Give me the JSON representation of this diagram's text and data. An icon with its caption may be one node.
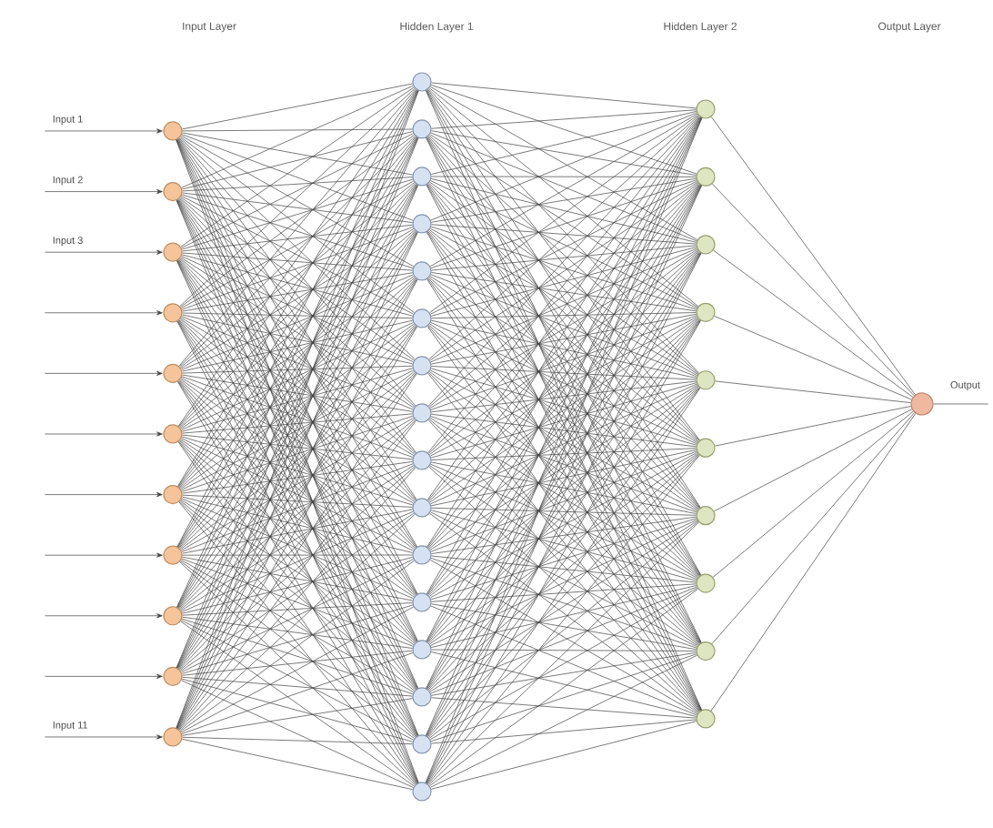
{
  "diagram": {
    "nodes": [
      {
        "text": [],
        "shape": "circle"
      },
      {
        "text": [],
        "shape": "circle"
      },
      {
        "text": [],
        "shape": "circle"
      },
      {
        "text": [],
        "shape": "circle"
      },
      {
        "text": [],
        "shape": "circle"
      },
      {
        "text": [],
        "shape": "circle"
      },
      {
        "text": [],
        "shape": "circle"
      },
      {
        "text": [],
        "shape": "circle"
      },
      {
        "text": [],
        "shape": "circle"
      },
      {
        "text": [],
        "shape": "circle"
      },
      {
        "text": [],
        "shape": "circle"
      },
      {
        "text": [],
        "shape": "circle"
      },
      {
        "text": [],
        "shape": "circle"
      },
      {
        "text": [],
        "shape": "circle"
      },
      {
        "text": [],
        "shape": "circle"
      },
      {
        "text": [],
        "shape": "circle"
      },
      {
        "text": [],
        "shape": "circle"
      },
      {
        "text": [],
        "shape": "circle"
      },
      {
        "text": [],
        "shape": "circle"
      },
      {
        "text": [],
        "shape": "circle"
      },
      {
        "text": [],
        "shape": "circle"
      },
      {
        "text": [],
        "shape": "circle"
      },
      {
        "text": [],
        "shape": "circle"
      },
      {
        "text": [],
        "shape": "circle"
      },
      {
        "text": [],
        "shape": "circle"
      },
      {
        "text": [],
        "shape": "circle"
      },
      {
        "text": [],
        "shape": "circle"
      },
      {
        "text": [],
        "shape": "circle"
      },
      {
        "text": [],
        "shape": "circle"
      },
      {
        "text": [],
        "shape": "circle"
      },
      {
        "text": [],
        "shape": "circle"
      },
      {
        "text": [],
        "shape": "circle"
      },
      {
        "text": [],
        "shape": "circle"
      },
      {
        "text": [],
        "shape": "circle"
      },
      {
        "text": [],
        "shape": "circle"
      },
      {
        "text": [],
        "shape": "circle"
      },
      {
        "text": [],
        "shape": "circle"
      },
      {
        "text": [],
        "shape": "circle"
      }
    ],
    "edges": [
      {
        "from": null,
        "to": 0,
        "arrow": "to",
        "label": "Input 1"
      },
      {
        "from": null,
        "to": 1,
        "arrow": "to",
        "label": "Input 2"
      },
      {
        "from": null,
        "to": 2,
        "arrow": "to",
        "label": "Input 3"
      },
      {
        "from": null,
        "to": 3,
        "arrow": "to"
      },
      {
        "from": null,
        "to": 4,
        "arrow": "to"
      },
      {
        "from": null,
        "to": 5,
        "arrow": "to"
      },
      {
        "from": null,
        "to": 6,
        "arrow": "to"
      },
      {
        "from": null,
        "to": 7,
        "arrow": "to"
      },
      {
        "from": null,
        "to": 8,
        "arrow": "to"
      },
      {
        "from": null,
        "to": 9,
        "arrow": "to"
      },
      {
        "from": null,
        "to": 10,
        "arrow": "to",
        "label": "Input 11"
      },
      {
        "from": 0,
        "to": 11,
        "arrow": "none"
      },
      {
        "from": 0,
        "to": 12,
        "arrow": "none"
      },
      {
        "from": 0,
        "to": 13,
        "arrow": "none"
      },
      {
        "from": 0,
        "to": 14,
        "arrow": "none"
      },
      {
        "from": 0,
        "to": 15,
        "arrow": "none"
      },
      {
        "from": 0,
        "to": 16,
        "arrow": "none"
      },
      {
        "from": 0,
        "to": 17,
        "arrow": "none"
      },
      {
        "from": 0,
        "to": 18,
        "arrow": "none"
      },
      {
        "from": 0,
        "to": 19,
        "arrow": "none"
      },
      {
        "from": 0,
        "to": 20,
        "arrow": "none"
      },
      {
        "from": 0,
        "to": 21,
        "arrow": "none"
      },
      {
        "from": 0,
        "to": 22,
        "arrow": "none"
      },
      {
        "from": 0,
        "to": 23,
        "arrow": "none"
      },
      {
        "from": 0,
        "to": 24,
        "arrow": "none"
      },
      {
        "from": 0,
        "to": 25,
        "arrow": "none"
      },
      {
        "from": 0,
        "to": 26,
        "arrow": "none"
      },
      {
        "from": 1,
        "to": 11,
        "arrow": "none"
      },
      {
        "from": 1,
        "to": 12,
        "arrow": "none"
      },
      {
        "from": 1,
        "to": 13,
        "arrow": "none"
      },
      {
        "from": 1,
        "to": 14,
        "arrow": "none"
      },
      {
        "from": 1,
        "to": 15,
        "arrow": "none"
      },
      {
        "from": 1,
        "to": 16,
        "arrow": "none"
      },
      {
        "from": 1,
        "to": 17,
        "arrow": "none"
      },
      {
        "from": 1,
        "to": 18,
        "arrow": "none"
      },
      {
        "from": 1,
        "to": 19,
        "arrow": "none"
      },
      {
        "from": 1,
        "to": 20,
        "arrow": "none"
      },
      {
        "from": 1,
        "to": 21,
        "arrow": "none"
      },
      {
        "from": 1,
        "to": 22,
        "arrow": "none"
      },
      {
        "from": 1,
        "to": 23,
        "arrow": "none"
      },
      {
        "from": 1,
        "to": 24,
        "arrow": "none"
      },
      {
        "from": 1,
        "to": 25,
        "arrow": "none"
      },
      {
        "from": 1,
        "to": 26,
        "arrow": "none"
      },
      {
        "from": 2,
        "to": 11,
        "arrow": "none"
      },
      {
        "from": 2,
        "to": 12,
        "arrow": "none"
      },
      {
        "from": 2,
        "to": 13,
        "arrow": "none"
      },
      {
        "from": 2,
        "to": 14,
        "arrow": "none"
      },
      {
        "from": 2,
        "to": 15,
        "arrow": "none"
      },
      {
        "from": 2,
        "to": 16,
        "arrow": "none"
      },
      {
        "from": 2,
        "to": 17,
        "arrow": "none"
      },
      {
        "from": 2,
        "to": 18,
        "arrow": "none"
      },
      {
        "from": 2,
        "to": 19,
        "arrow": "none"
      },
      {
        "from": 2,
        "to": 20,
        "arrow": "none"
      },
      {
        "from": 2,
        "to": 21,
        "arrow": "none"
      },
      {
        "from": 2,
        "to": 22,
        "arrow": "none"
      },
      {
        "from": 2,
        "to": 23,
        "arrow": "none"
      },
      {
        "from": 2,
        "to": 24,
        "arrow": "none"
      },
      {
        "from": 2,
        "to": 25,
        "arrow": "none"
      },
      {
        "from": 2,
        "to": 26,
        "arrow": "none"
      },
      {
        "from": 3,
        "to": 11,
        "arrow": "none"
      },
      {
        "from": 3,
        "to": 12,
        "arrow": "none"
      },
      {
        "from": 3,
        "to": 13,
        "arrow": "none"
      },
      {
        "from": 3,
        "to": 14,
        "arrow": "none"
      },
      {
        "from": 3,
        "to": 15,
        "arrow": "none"
      },
      {
        "from": 3,
        "to": 16,
        "arrow": "none"
      },
      {
        "from": 3,
        "to": 17,
        "arrow": "none"
      },
      {
        "from": 3,
        "to": 18,
        "arrow": "none"
      },
      {
        "from": 3,
        "to": 19,
        "arrow": "none"
      },
      {
        "from": 3,
        "to": 20,
        "arrow": "none"
      },
      {
        "from": 3,
        "to": 21,
        "arrow": "none"
      },
      {
        "from": 3,
        "to": 22,
        "arrow": "none"
      },
      {
        "from": 3,
        "to": 23,
        "arrow": "none"
      },
      {
        "from": 3,
        "to": 24,
        "arrow": "none"
      },
      {
        "from": 3,
        "to": 25,
        "arrow": "none"
      },
      {
        "from": 3,
        "to": 26,
        "arrow": "none"
      },
      {
        "from": 4,
        "to": 11,
        "arrow": "none"
      },
      {
        "from": 4,
        "to": 12,
        "arrow": "none"
      },
      {
        "from": 4,
        "to": 13,
        "arrow": "none"
      },
      {
        "from": 4,
        "to": 14,
        "arrow": "none"
      },
      {
        "from": 4,
        "to": 15,
        "arrow": "none"
      },
      {
        "from": 4,
        "to": 16,
        "arrow": "none"
      },
      {
        "from": 4,
        "to": 17,
        "arrow": "none"
      },
      {
        "from": 4,
        "to": 18,
        "arrow": "none"
      },
      {
        "from": 4,
        "to": 19,
        "arrow": "none"
      },
      {
        "from": 4,
        "to": 20,
        "arrow": "none"
      },
      {
        "from": 4,
        "to": 21,
        "arrow": "none"
      },
      {
        "from": 4,
        "to": 22,
        "arrow": "none"
      },
      {
        "from": 4,
        "to": 23,
        "arrow": "none"
      },
      {
        "from": 4,
        "to": 24,
        "arrow": "none"
      },
      {
        "from": 4,
        "to": 25,
        "arrow": "none"
      },
      {
        "from": 4,
        "to": 26,
        "arrow": "none"
      },
      {
        "from": 5,
        "to": 11,
        "arrow": "none"
      },
      {
        "from": 5,
        "to": 12,
        "arrow": "none"
      },
      {
        "from": 5,
        "to": 13,
        "arrow": "none"
      },
      {
        "from": 5,
        "to": 14,
        "arrow": "none"
      },
      {
        "from": 5,
        "to": 15,
        "arrow": "none"
      },
      {
        "from": 5,
        "to": 16,
        "arrow": "none"
      },
      {
        "from": 5,
        "to": 17,
        "arrow": "none"
      },
      {
        "from": 5,
        "to": 18,
        "arrow": "none"
      },
      {
        "from": 5,
        "to": 19,
        "arrow": "none"
      },
      {
        "from": 5,
        "to": 20,
        "arrow": "none"
      },
      {
        "from": 5,
        "to": 21,
        "arrow": "none"
      },
      {
        "from": 5,
        "to": 22,
        "arrow": "none"
      },
      {
        "from": 5,
        "to": 23,
        "arrow": "none"
      },
      {
        "from": 5,
        "to": 24,
        "arrow": "none"
      },
      {
        "from": 5,
        "to": 25,
        "arrow": "none"
      },
      {
        "from": 5,
        "to": 26,
        "arrow": "none"
      },
      {
        "from": 6,
        "to": 11,
        "arrow": "none"
      },
      {
        "from": 6,
        "to": 12,
        "arrow": "none"
      },
      {
        "from": 6,
        "to": 13,
        "arrow": "none"
      },
      {
        "from": 6,
        "to": 14,
        "arrow": "none"
      },
      {
        "from": 6,
        "to": 15,
        "arrow": "none"
      },
      {
        "from": 6,
        "to": 16,
        "arrow": "none"
      },
      {
        "from": 6,
        "to": 17,
        "arrow": "none"
      },
      {
        "from": 6,
        "to": 18,
        "arrow": "none"
      },
      {
        "from": 6,
        "to": 19,
        "arrow": "none"
      },
      {
        "from": 6,
        "to": 20,
        "arrow": "none"
      },
      {
        "from": 6,
        "to": 21,
        "arrow": "none"
      },
      {
        "from": 6,
        "to": 22,
        "arrow": "none"
      },
      {
        "from": 6,
        "to": 23,
        "arrow": "none"
      },
      {
        "from": 6,
        "to": 24,
        "arrow": "none"
      },
      {
        "from": 6,
        "to": 25,
        "arrow": "none"
      },
      {
        "from": 6,
        "to": 26,
        "arrow": "none"
      },
      {
        "from": 7,
        "to": 11,
        "arrow": "none"
      },
      {
        "from": 7,
        "to": 12,
        "arrow": "none"
      },
      {
        "from": 7,
        "to": 13,
        "arrow": "none"
      },
      {
        "from": 7,
        "to": 14,
        "arrow": "none"
      },
      {
        "from": 7,
        "to": 15,
        "arrow": "none"
      },
      {
        "from": 7,
        "to": 16,
        "arrow": "none"
      },
      {
        "from": 7,
        "to": 17,
        "arrow": "none"
      },
      {
        "from": 7,
        "to": 18,
        "arrow": "none"
      },
      {
        "from": 7,
        "to": 19,
        "arrow": "none"
      },
      {
        "from": 7,
        "to": 20,
        "arrow": "none"
      },
      {
        "from": 7,
        "to": 21,
        "arrow": "none"
      },
      {
        "from": 7,
        "to": 22,
        "arrow": "none"
      },
      {
        "from": 7,
        "to": 23,
        "arrow": "none"
      },
      {
        "from": 7,
        "to": 24,
        "arrow": "none"
      },
      {
        "from": 7,
        "to": 25,
        "arrow": "none"
      },
      {
        "from": 7,
        "to": 26,
        "arrow": "none"
      },
      {
        "from": 8,
        "to": 11,
        "arrow": "none"
      },
      {
        "from": 8,
        "to": 12,
        "arrow": "none"
      },
      {
        "from": 8,
        "to": 13,
        "arrow": "none"
      },
      {
        "from": 8,
        "to": 14,
        "arrow": "none"
      },
      {
        "from": 8,
        "to": 15,
        "arrow": "none"
      },
      {
        "from": 8,
        "to": 16,
        "arrow": "none"
      },
      {
        "from": 8,
        "to": 17,
        "arrow": "none"
      },
      {
        "from": 8,
        "to": 18,
        "arrow": "none"
      },
      {
        "from": 8,
        "to": 19,
        "arrow": "none"
      },
      {
        "from": 8,
        "to": 20,
        "arrow": "none"
      },
      {
        "from": 8,
        "to": 21,
        "arrow": "none"
      },
      {
        "from": 8,
        "to": 22,
        "arrow": "none"
      },
      {
        "from": 8,
        "to": 23,
        "arrow": "none"
      },
      {
        "from": 8,
        "to": 24,
        "arrow": "none"
      },
      {
        "from": 8,
        "to": 25,
        "arrow": "none"
      },
      {
        "from": 8,
        "to": 26,
        "arrow": "none"
      },
      {
        "from": 9,
        "to": 11,
        "arrow": "none"
      },
      {
        "from": 9,
        "to": 12,
        "arrow": "none"
      },
      {
        "from": 9,
        "to": 13,
        "arrow": "none"
      },
      {
        "from": 9,
        "to": 14,
        "arrow": "none"
      },
      {
        "from": 9,
        "to": 15,
        "arrow": "none"
      },
      {
        "from": 9,
        "to": 16,
        "arrow": "none"
      },
      {
        "from": 9,
        "to": 17,
        "arrow": "none"
      },
      {
        "from": 9,
        "to": 18,
        "arrow": "none"
      },
      {
        "from": 9,
        "to": 19,
        "arrow": "none"
      },
      {
        "from": 9,
        "to": 20,
        "arrow": "none"
      },
      {
        "from": 9,
        "to": 21,
        "arrow": "none"
      },
      {
        "from": 9,
        "to": 22,
        "arrow": "none"
      },
      {
        "from": 9,
        "to": 23,
        "arrow": "none"
      },
      {
        "from": 9,
        "to": 24,
        "arrow": "none"
      },
      {
        "from": 9,
        "to": 25,
        "arrow": "none"
      },
      {
        "from": 9,
        "to": 26,
        "arrow": "none"
      },
      {
        "from": 10,
        "to": 11,
        "arrow": "none"
      },
      {
        "from": 10,
        "to": 12,
        "arrow": "none"
      },
      {
        "from": 10,
        "to": 13,
        "arrow": "none"
      },
      {
        "from": 10,
        "to": 14,
        "arrow": "none"
      },
      {
        "from": 10,
        "to": 15,
        "arrow": "none"
      },
      {
        "from": 10,
        "to": 16,
        "arrow": "none"
      },
      {
        "from": 10,
        "to": 17,
        "arrow": "none"
      },
      {
        "from": 10,
        "to": 18,
        "arrow": "none"
      },
      {
        "from": 10,
        "to": 19,
        "arrow": "none"
      },
      {
        "from": 10,
        "to": 20,
        "arrow": "none"
      },
      {
        "from": 10,
        "to": 21,
        "arrow": "none"
      },
      {
        "from": 10,
        "to": 22,
        "arrow": "none"
      },
      {
        "from": 10,
        "to": 23,
        "arrow": "none"
      },
      {
        "from": 10,
        "to": 24,
        "arrow": "none"
      },
      {
        "from": 10,
        "to": 25,
        "arrow": "none"
      },
      {
        "from": 10,
        "to": 26,
        "arrow": "none"
      },
      {
        "from": 11,
        "to": 27,
        "arrow": "none"
      },
      {
        "from": 11,
        "to": 28,
        "arrow": "none"
      },
      {
        "from": 11,
        "to": 29,
        "arrow": "none"
      },
      {
        "from": 11,
        "to": 30,
        "arrow": "none"
      },
      {
        "from": 11,
        "to": 31,
        "arrow": "none"
      },
      {
        "from": 11,
        "to": 32,
        "arrow": "none"
      },
      {
        "from": 11,
        "to": 33,
        "arrow": "none"
      },
      {
        "from": 11,
        "to": 34,
        "arrow": "none"
      },
      {
        "from": 11,
        "to": 35,
        "arrow": "none"
      },
      {
        "from": 11,
        "to": 36,
        "arrow": "none"
      },
      {
        "from": 12,
        "to": 27,
        "arrow": "none"
      },
      {
        "from": 12,
        "to": 28,
        "arrow": "none"
      },
      {
        "from": 12,
        "to": 29,
        "arrow": "none"
      },
      {
        "from": 12,
        "to": 30,
        "arrow": "none"
      },
      {
        "from": 12,
        "to": 31,
        "arrow": "none"
      },
      {
        "from": 12,
        "to": 32,
        "arrow": "none"
      },
      {
        "from": 12,
        "to": 33,
        "arrow": "none"
      },
      {
        "from": 12,
        "to": 34,
        "arrow": "none"
      },
      {
        "from": 12,
        "to": 35,
        "arrow": "none"
      },
      {
        "from": 12,
        "to": 36,
        "arrow": "none"
      },
      {
        "from": 13,
        "to": 27,
        "arrow": "none"
      },
      {
        "from": 13,
        "to": 28,
        "arrow": "none"
      },
      {
        "from": 13,
        "to": 29,
        "arrow": "none"
      },
      {
        "from": 13,
        "to": 30,
        "arrow": "none"
      },
      {
        "from": 13,
        "to": 31,
        "arrow": "none"
      },
      {
        "from": 13,
        "to": 32,
        "arrow": "none"
      },
      {
        "from": 13,
        "to": 33,
        "arrow": "none"
      },
      {
        "from": 13,
        "to": 34,
        "arrow": "none"
      },
      {
        "from": 13,
        "to": 35,
        "arrow": "none"
      },
      {
        "from": 13,
        "to": 36,
        "arrow": "none"
      },
      {
        "from": 14,
        "to": 27,
        "arrow": "none"
      },
      {
        "from": 14,
        "to": 28,
        "arrow": "none"
      },
      {
        "from": 14,
        "to": 29,
        "arrow": "none"
      },
      {
        "from": 14,
        "to": 30,
        "arrow": "none"
      },
      {
        "from": 14,
        "to": 31,
        "arrow": "none"
      },
      {
        "from": 14,
        "to": 32,
        "arrow": "none"
      },
      {
        "from": 14,
        "to": 33,
        "arrow": "none"
      },
      {
        "from": 14,
        "to": 34,
        "arrow": "none"
      },
      {
        "from": 14,
        "to": 35,
        "arrow": "none"
      },
      {
        "from": 14,
        "to": 36,
        "arrow": "none"
      },
      {
        "from": 15,
        "to": 27,
        "arrow": "none"
      },
      {
        "from": 15,
        "to": 28,
        "arrow": "none"
      },
      {
        "from": 15,
        "to": 29,
        "arrow": "none"
      },
      {
        "from": 15,
        "to": 30,
        "arrow": "none"
      },
      {
        "from": 15,
        "to": 31,
        "arrow": "none"
      },
      {
        "from": 15,
        "to": 32,
        "arrow": "none"
      },
      {
        "from": 15,
        "to": 33,
        "arrow": "none"
      },
      {
        "from": 15,
        "to": 34,
        "arrow": "none"
      },
      {
        "from": 15,
        "to": 35,
        "arrow": "none"
      },
      {
        "from": 15,
        "to": 36,
        "arrow": "none"
      },
      {
        "from": 16,
        "to": 27,
        "arrow": "none"
      },
      {
        "from": 16,
        "to": 28,
        "arrow": "none"
      },
      {
        "from": 16,
        "to": 29,
        "arrow": "none"
      },
      {
        "from": 16,
        "to": 30,
        "arrow": "none"
      },
      {
        "from": 16,
        "to": 31,
        "arrow": "none"
      },
      {
        "from": 16,
        "to": 32,
        "arrow": "none"
      },
      {
        "from": 16,
        "to": 33,
        "arrow": "none"
      },
      {
        "from": 16,
        "to": 34,
        "arrow": "none"
      },
      {
        "from": 16,
        "to": 35,
        "arrow": "none"
      },
      {
        "from": 16,
        "to": 36,
        "arrow": "none"
      },
      {
        "from": 17,
        "to": 27,
        "arrow": "none"
      },
      {
        "from": 17,
        "to": 28,
        "arrow": "none"
      },
      {
        "from": 17,
        "to": 29,
        "arrow": "none"
      },
      {
        "from": 17,
        "to": 30,
        "arrow": "none"
      },
      {
        "from": 17,
        "to": 31,
        "arrow": "none"
      },
      {
        "from": 17,
        "to": 32,
        "arrow": "none"
      },
      {
        "from": 17,
        "to": 33,
        "arrow": "none"
      },
      {
        "from": 17,
        "to": 34,
        "arrow": "none"
      },
      {
        "from": 17,
        "to": 35,
        "arrow": "none"
      },
      {
        "from": 17,
        "to": 36,
        "arrow": "none"
      },
      {
        "from": 18,
        "to": 27,
        "arrow": "none"
      },
      {
        "from": 18,
        "to": 28,
        "arrow": "none"
      },
      {
        "from": 18,
        "to": 29,
        "arrow": "none"
      },
      {
        "from": 18,
        "to": 30,
        "arrow": "none"
      },
      {
        "from": 18,
        "to": 31,
        "arrow": "none"
      },
      {
        "from": 18,
        "to": 32,
        "arrow": "none"
      },
      {
        "from": 18,
        "to": 33,
        "arrow": "none"
      },
      {
        "from": 18,
        "to": 34,
        "arrow": "none"
      },
      {
        "from": 18,
        "to": 35,
        "arrow": "none"
      },
      {
        "from": 18,
        "to": 36,
        "arrow": "none"
      },
      {
        "from": 19,
        "to": 27,
        "arrow": "none"
      },
      {
        "from": 19,
        "to": 28,
        "arrow": "none"
      },
      {
        "from": 19,
        "to": 29,
        "arrow": "none"
      },
      {
        "from": 19,
        "to": 30,
        "arrow": "none"
      },
      {
        "from": 19,
        "to": 31,
        "arrow": "none"
      },
      {
        "from": 19,
        "to": 32,
        "arrow": "none"
      },
      {
        "from": 19,
        "to": 33,
        "arrow": "none"
      },
      {
        "from": 19,
        "to": 34,
        "arrow": "none"
      },
      {
        "from": 19,
        "to": 35,
        "arrow": "none"
      },
      {
        "from": 19,
        "to": 36,
        "arrow": "none"
      },
      {
        "from": 20,
        "to": 27,
        "arrow": "none"
      },
      {
        "from": 20,
        "to": 28,
        "arrow": "none"
      },
      {
        "from": 20,
        "to": 29,
        "arrow": "none"
      },
      {
        "from": 20,
        "to": 30,
        "arrow": "none"
      },
      {
        "from": 20,
        "to": 31,
        "arrow": "none"
      },
      {
        "from": 20,
        "to": 32,
        "arrow": "none"
      },
      {
        "from": 20,
        "to": 33,
        "arrow": "none"
      },
      {
        "from": 20,
        "to": 34,
        "arrow": "none"
      },
      {
        "from": 20,
        "to": 35,
        "arrow": "none"
      },
      {
        "from": 20,
        "to": 36,
        "arrow": "none"
      },
      {
        "from": 21,
        "to": 27,
        "arrow": "none"
      },
      {
        "from": 21,
        "to": 28,
        "arrow": "none"
      },
      {
        "from": 21,
        "to": 29,
        "arrow": "none"
      },
      {
        "from": 21,
        "to": 30,
        "arrow": "none"
      },
      {
        "from": 21,
        "to": 31,
        "arrow": "none"
      },
      {
        "from": 21,
        "to": 32,
        "arrow": "none"
      },
      {
        "from": 21,
        "to": 33,
        "arrow": "none"
      },
      {
        "from": 21,
        "to": 34,
        "arrow": "none"
      },
      {
        "from": 21,
        "to": 35,
        "arrow": "none"
      },
      {
        "from": 21,
        "to": 36,
        "arrow": "none"
      },
      {
        "from": 22,
        "to": 27,
        "arrow": "none"
      },
      {
        "from": 22,
        "to": 28,
        "arrow": "none"
      },
      {
        "from": 22,
        "to": 29,
        "arrow": "none"
      },
      {
        "from": 22,
        "to": 30,
        "arrow": "none"
      },
      {
        "from": 22,
        "to": 31,
        "arrow": "none"
      },
      {
        "from": 22,
        "to": 32,
        "arrow": "none"
      },
      {
        "from": 22,
        "to": 33,
        "arrow": "none"
      },
      {
        "from": 22,
        "to": 34,
        "arrow": "none"
      },
      {
        "from": 22,
        "to": 35,
        "arrow": "none"
      },
      {
        "from": 22,
        "to": 36,
        "arrow": "none"
      },
      {
        "from": 23,
        "to": 27,
        "arrow": "none"
      },
      {
        "from": 23,
        "to": 28,
        "arrow": "none"
      },
      {
        "from": 23,
        "to": 29,
        "arrow": "none"
      },
      {
        "from": 23,
        "to": 30,
        "arrow": "none"
      },
      {
        "from": 23,
        "to": 31,
        "arrow": "none"
      },
      {
        "from": 23,
        "to": 32,
        "arrow": "none"
      },
      {
        "from": 23,
        "to": 33,
        "arrow": "none"
      },
      {
        "from": 23,
        "to": 34,
        "arrow": "none"
      },
      {
        "from": 23,
        "to": 35,
        "arrow": "none"
      },
      {
        "from": 23,
        "to": 36,
        "arrow": "none"
      },
      {
        "from": 24,
        "to": 27,
        "arrow": "none"
      },
      {
        "from": 24,
        "to": 28,
        "arrow": "none"
      },
      {
        "from": 24,
        "to": 29,
        "arrow": "none"
      },
      {
        "from": 24,
        "to": 30,
        "arrow": "none"
      },
      {
        "from": 24,
        "to": 31,
        "arrow": "none"
      },
      {
        "from": 24,
        "to": 32,
        "arrow": "none"
      },
      {
        "from": 24,
        "to": 33,
        "arrow": "none"
      },
      {
        "from": 24,
        "to": 34,
        "arrow": "none"
      },
      {
        "from": 24,
        "to": 35,
        "arrow": "none"
      },
      {
        "from": 24,
        "to": 36,
        "arrow": "none"
      },
      {
        "from": 25,
        "to": 27,
        "arrow": "none"
      },
      {
        "from": 25,
        "to": 28,
        "arrow": "none"
      },
      {
        "from": 25,
        "to": 29,
        "arrow": "none"
      },
      {
        "from": 25,
        "to": 30,
        "arrow": "none"
      },
      {
        "from": 25,
        "to": 31,
        "arrow": "none"
      },
      {
        "from": 25,
        "to": 32,
        "arrow": "none"
      },
      {
        "from": 25,
        "to": 33,
        "arrow": "none"
      },
      {
        "from": 25,
        "to": 34,
        "arrow": "none"
      },
      {
        "from": 25,
        "to": 35,
        "arrow": "none"
      },
      {
        "from": 25,
        "to": 36,
        "arrow": "none"
      },
      {
        "from": 26,
        "to": 27,
        "arrow": "none"
      },
      {
        "from": 26,
        "to": 28,
        "arrow": "none"
      },
      {
        "from": 26,
        "to": 29,
        "arrow": "none"
      },
      {
        "from": 26,
        "to": 30,
        "arrow": "none"
      },
      {
        "from": 26,
        "to": 31,
        "arrow": "none"
      },
      {
        "from": 26,
        "to": 32,
        "arrow": "none"
      },
      {
        "from": 26,
        "to": 33,
        "arrow": "none"
      },
      {
        "from": 26,
        "to": 34,
        "arrow": "none"
      },
      {
        "from": 26,
        "to": 35,
        "arrow": "none"
      },
      {
        "from": 26,
        "to": 36,
        "arrow": "none"
      },
      {
        "from": 27,
        "to": 37,
        "arrow": "none"
      },
      {
        "from": 28,
        "to": 37,
        "arrow": "none"
      },
      {
        "from": 29,
        "to": 37,
        "arrow": "none"
      },
      {
        "from": 30,
        "to": 37,
        "arrow": "none"
      },
      {
        "from": 31,
        "to": 37,
        "arrow": "none"
      },
      {
        "from": 32,
        "to": 37,
        "arrow": "none"
      },
      {
        "from": 33,
        "to": 37,
        "arrow": "none"
      },
      {
        "from": 34,
        "to": 37,
        "arrow": "none"
      },
      {
        "from": 35,
        "to": 37,
        "arrow": "none"
      },
      {
        "from": 36,
        "to": 37,
        "arrow": "none"
      },
      {
        "from": 37,
        "to": null,
        "arrow": "none",
        "label": "Output"
      }
    ],
    "labels": [
      "Input Layer",
      "Hidden Layer 1",
      "Hidden Layer 2",
      "Output Layer"
    ]
  }
}
